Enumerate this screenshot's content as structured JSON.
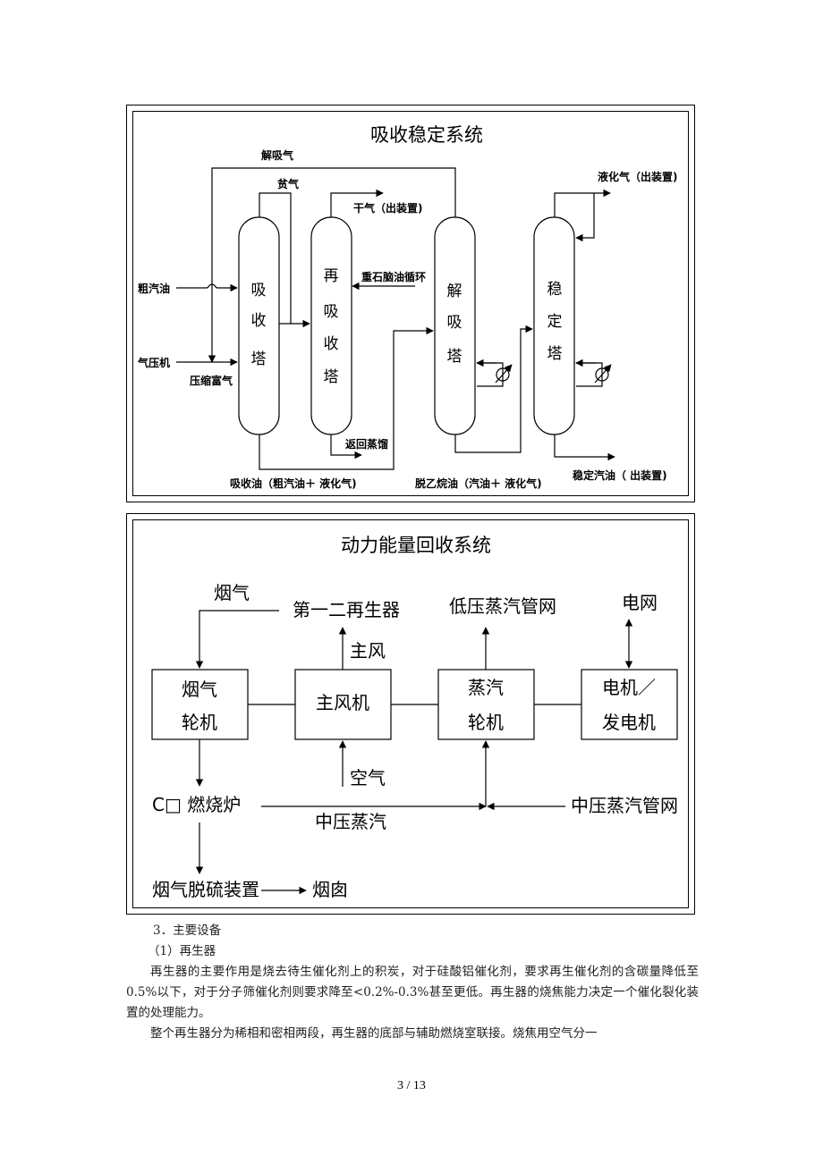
{
  "fig1": {
    "title": "吸收稳定系统",
    "labels": {
      "desorb_gas": "解吸气",
      "lean_gas": "贫气",
      "dry_gas": "干气（出装置)",
      "lpg": "液化气（出装置)",
      "crude_gasoline": "粗汽油",
      "compressor": "气压机",
      "compressed_rich_gas": "压缩富气",
      "heavy_naphtha": "重石脑油循环",
      "return_fractionator": "返回蒸馏",
      "absorbed_oil": "吸收油（粗汽油＋ 液化气)",
      "deethanized_oil": "脱乙烷油（汽油＋ 液化气)",
      "stable_gasoline": "稳定汽油（ 出装置)"
    },
    "towers": {
      "absorber": [
        "吸",
        "收",
        "塔"
      ],
      "reabsorber": [
        "再",
        "吸",
        "收",
        "塔"
      ],
      "desorber": [
        "解",
        "吸",
        "塔"
      ],
      "stabilizer": [
        "稳",
        "定",
        "塔"
      ]
    }
  },
  "fig2": {
    "title": "动力能量回收系统",
    "boxes": {
      "flue_turbine": [
        "烟气",
        "轮机"
      ],
      "main_blower": "主风机",
      "steam_turbine": [
        "蒸汽",
        "轮机"
      ],
      "motor_generator": [
        "电机／",
        "发电机"
      ]
    },
    "labels": {
      "flue_gas": "烟气",
      "regenerators": "第一二再生器",
      "main_air": "主风",
      "lp_steam_net": "低压蒸汽管网",
      "grid": "电网",
      "air": "空气",
      "co_furnace": "C□ 燃烧炉",
      "mp_steam": "中压蒸汽",
      "mp_steam_net": "中压蒸汽管网",
      "desulfurization": "烟气脱硫装置",
      "chimney": "烟囱"
    }
  },
  "text": {
    "section": "3．主要设备",
    "subsection": "（1）再生器",
    "para1": "再生器的主要作用是烧去待生催化剂上的积炭，对于硅酸铝催化剂，要求再生催化剂的含碳量降低至 0.5%以下，对于分子筛催化剂则要求降至<0.2%-0.3%甚至更低。再生器的烧焦能力决定一个催化裂化装置的处理能力。",
    "para2": "整个再生器分为稀相和密相两段，再生器的底部与辅助燃烧室联接。烧焦用空气分一"
  },
  "page": "3 / 13"
}
